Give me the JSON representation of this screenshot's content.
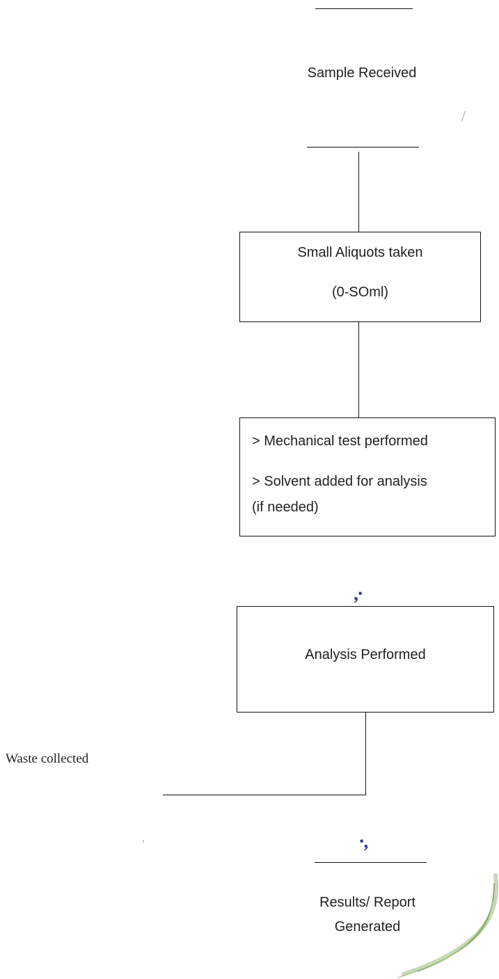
{
  "diagram": {
    "nodes": {
      "sample_received": "Sample Received",
      "aliquots": {
        "line1": "Small Aliquots taken",
        "line2": "(0-SOml)"
      },
      "mechanical": {
        "line1": "> Mechanical test performed",
        "line2": "> Solvent added for analysis",
        "line3": "(if needed)"
      },
      "analysis": "Analysis Performed",
      "waste": "Waste collected",
      "results": {
        "line1": "Results/ Report",
        "line2": "Generated"
      }
    },
    "marks": {
      "mark_upper": ",·",
      "mark_lower": "·,",
      "stray_slash": "/",
      "stray_comma": ","
    },
    "colors": {
      "line": "#111111",
      "mark": "#2e3f8f",
      "swirl": "#7aa05a"
    }
  }
}
